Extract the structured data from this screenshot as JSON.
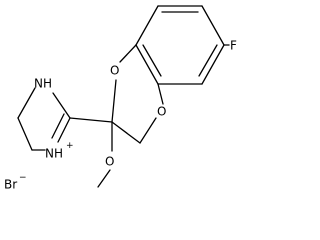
{
  "molecule": {
    "atoms": {
      "fluorine": "F",
      "ring_oxygen_top": "O",
      "ring_oxygen_bottom": "O",
      "methoxy_oxygen": "O",
      "imidazoline_nh": "NH",
      "imidazoline_nh_plus": "NH",
      "imidazoline_charge": "+"
    },
    "counterion": {
      "symbol": "Br",
      "charge": "−"
    }
  }
}
